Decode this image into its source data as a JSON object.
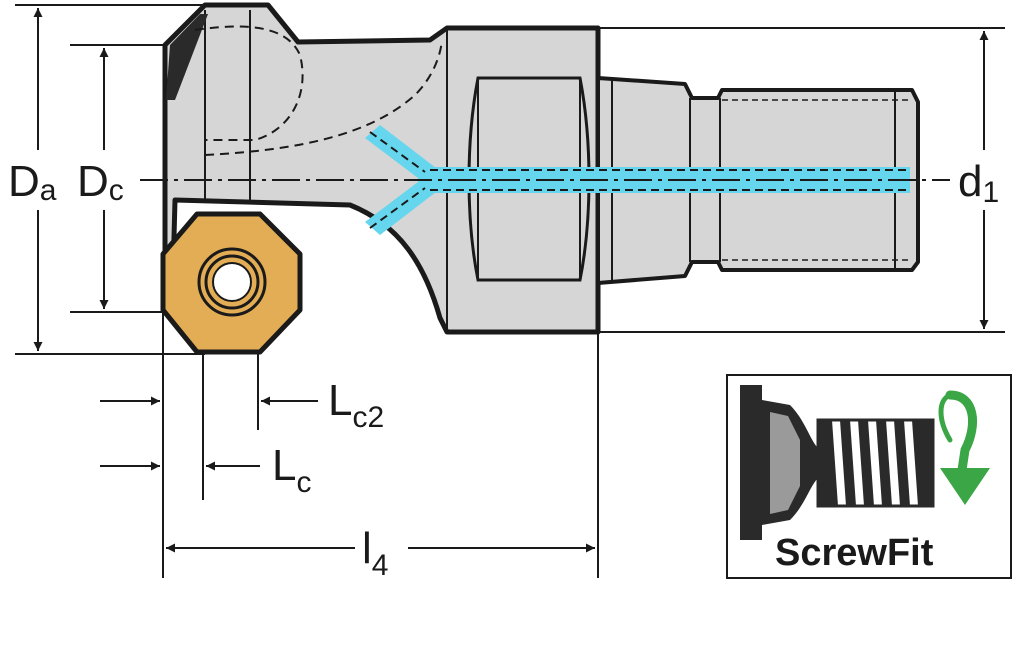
{
  "diagram": {
    "labels": {
      "Da": {
        "main": "D",
        "sub": "a"
      },
      "Dc": {
        "main": "D",
        "sub": "c"
      },
      "d1": {
        "main": "d",
        "sub": "1"
      },
      "Lc2": {
        "main": "L",
        "sub": "c2"
      },
      "Lc": {
        "main": "L",
        "sub": "c"
      },
      "l4": {
        "main": "l",
        "sub": "4"
      }
    },
    "badge": {
      "label": "ScrewFit"
    },
    "colors": {
      "insert": "#e2ad55",
      "body": "#d6d6d6",
      "coolant": "#66d6ee",
      "arrow_green": "#3aa645",
      "outline": "#1a1a1a"
    }
  }
}
